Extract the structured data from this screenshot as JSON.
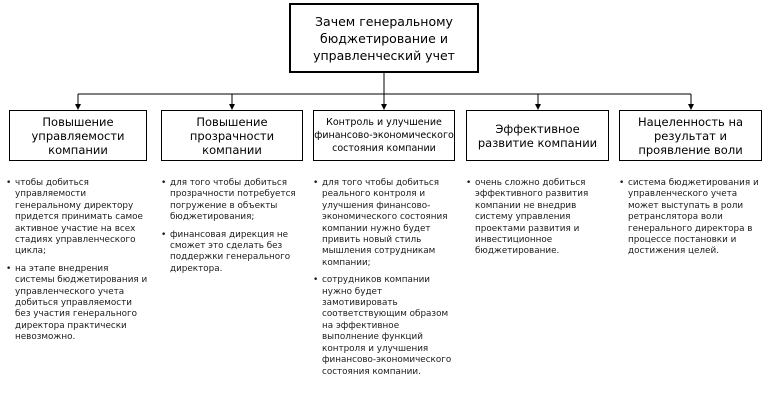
{
  "root": {
    "title": "Зачем генеральному\nбюджетирование и\nуправленческий учет"
  },
  "columns": [
    {
      "key": "c1",
      "header": "Повышение\nуправляемости\nкомпании",
      "bullets": [
        "чтобы добиться управляемости генеральному директору придется принимать самое активное участие на всех стадиях управленческого цикла;",
        "на этапе внедрения системы бюджетирования и управленческого учета добиться управляемости без участия генерального директора практически невозможно."
      ]
    },
    {
      "key": "c2",
      "header": "Повышение\nпрозрачности\nкомпании",
      "bullets": [
        "для того чтобы добиться прозрачности потребуется погружение в объекты бюджетирования;",
        "финансовая дирекция не сможет это сделать без поддержки генерального директора."
      ]
    },
    {
      "key": "c3",
      "header": "Контроль и улучшение\nфинансово-экономического\nсостояния компании",
      "bullets": [
        "для того чтобы добиться реального контроля и улучшения финансово-экономического состояния компании нужно будет привить новый стиль мышления сотрудникам компании;",
        "сотрудников компании нужно будет замотивировать соответствующим образом на эффективное выполнение функций контроля и улучшения финансово-экономического состояния компании."
      ]
    },
    {
      "key": "c4",
      "header": "Эффективное\nразвитие компании",
      "bullets": [
        "очень сложно добиться эффективного развития компании не внедрив систему управления проектами развития и инвестиционное бюджетирование."
      ]
    },
    {
      "key": "c5",
      "header": "Нацеленность на\nрезультат и\nпроявление воли",
      "bullets": [
        "система бюджетирования и управленческого учета может выступать в роли ретранслятора воли генерального директора в процессе постановки и достижения целей."
      ]
    }
  ]
}
